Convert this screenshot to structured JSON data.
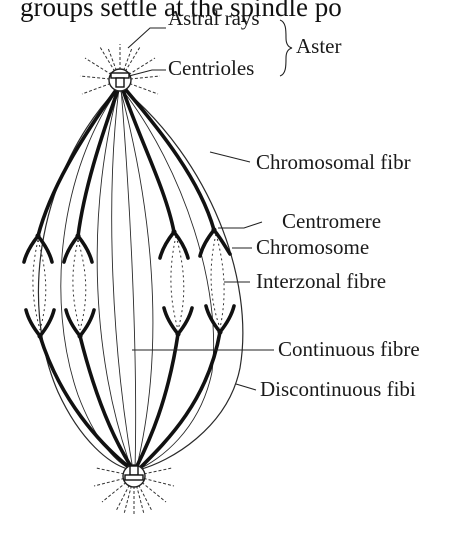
{
  "caption": "groups settle at the spindle po",
  "labels": {
    "astral_rays": "Astral rays",
    "aster": "Aster",
    "centrioles": "Centrioles",
    "chromosomal_fibre": "Chromosomal fibr",
    "centromere": "Centromere",
    "chromosome": "Chromosome",
    "interzonal_fibre": "Interzonal fibre",
    "continuous_fibre": "Continuous fibre",
    "discontinuous_fibre": "Discontinuous fibi"
  }
}
